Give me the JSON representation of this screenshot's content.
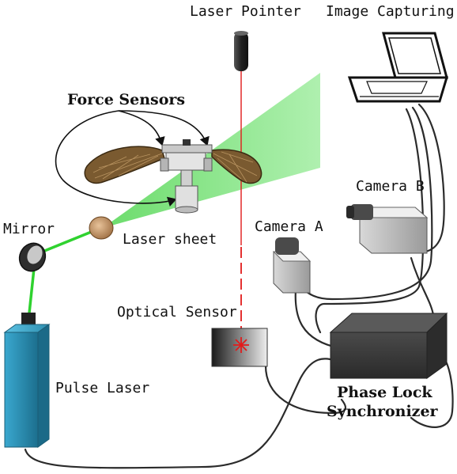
{
  "labels": {
    "laser_pointer": "Laser Pointer",
    "image_capturing": "Image Capturing",
    "force_sensors": "Force Sensors",
    "camera_b": "Camera B",
    "camera_a": "Camera A",
    "mirror": "Mirror",
    "laser_sheet": "Laser sheet",
    "optical_sensor": "Optical Sensor",
    "pulse_laser": "Pulse Laser",
    "phase_lock_line1": "Phase Lock",
    "phase_lock_line2": "Synchronizer"
  },
  "colors": {
    "laser_green": "#35d435",
    "laser_sheet_fill": "#8ee88e",
    "red_beam": "#e21b1b",
    "pulse_laser_body": "#2a93b8",
    "synchronizer_body": "#3a3a3a",
    "wing_brown": "#7a5a30"
  }
}
